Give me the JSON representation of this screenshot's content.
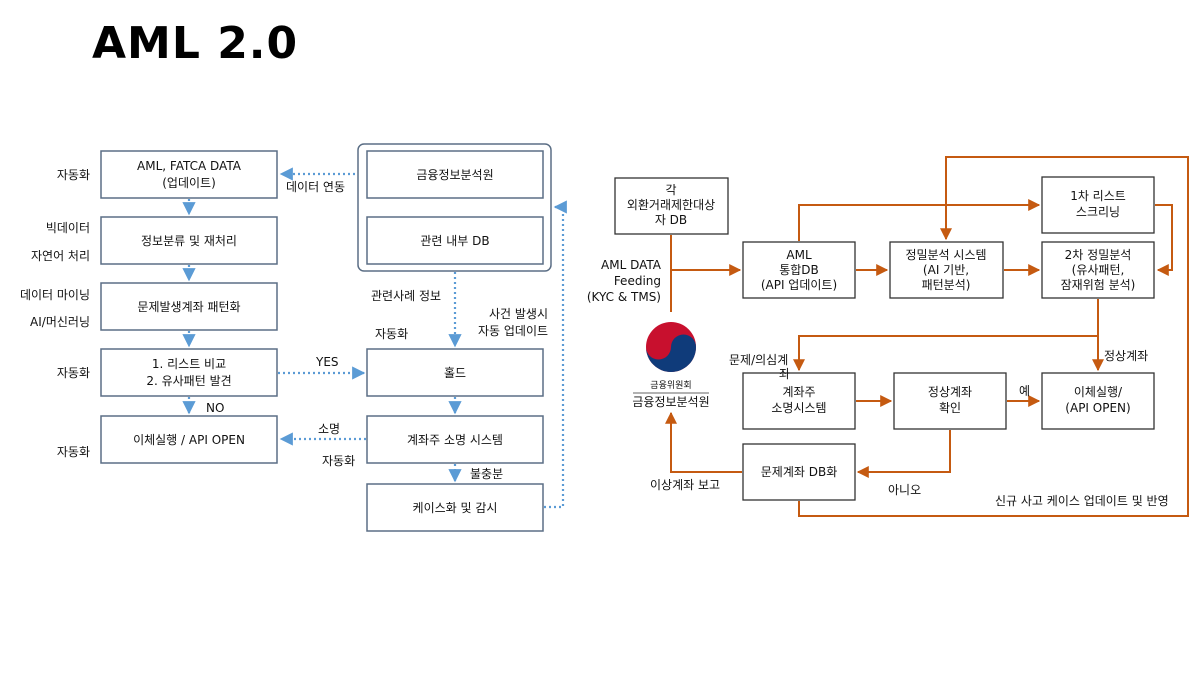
{
  "title": "AML 2.0",
  "left": {
    "boxes": {
      "b1_l1": "AML, FATCA DATA",
      "b1_l2": "(업데이트)",
      "b2": "정보분류 및 재처리",
      "b3": "문제발생계좌 패턴화",
      "b4_l1": "1. 리스트 비교",
      "b4_l2": "2. 유사패턴 발견",
      "b5": "이체실행 / API OPEN",
      "r1": "금융정보분석원",
      "r2": "관련 내부 DB",
      "r3": "홀드",
      "r4": "계좌주 소명 시스템",
      "r5": "케이스화 및 감시"
    },
    "side_labels": {
      "s1": "자동화",
      "s2a": "빅데이터",
      "s2b": "자연어 처리",
      "s3a": "데이터 마이닝",
      "s3b": "AI/머신러닝",
      "s4": "자동화",
      "s5": "자동화"
    },
    "edge_labels": {
      "e_link": "데이터 연동",
      "e_cases": "관련사례 정보",
      "e_auto_hold": "자동화",
      "e_event1": "사건 발생시",
      "e_event2": "자동 업데이트",
      "e_yes": "YES",
      "e_no": "NO",
      "e_explain": "소명",
      "e_auto2": "자동화",
      "e_insuff": "불충분"
    }
  },
  "right": {
    "boxes": {
      "db1": "각",
      "db2": "외환거래제한대상",
      "db3": "자 DB",
      "aml1": "AML",
      "aml2": "통합DB",
      "aml3": "(API 업데이트)",
      "pa1": "정밀분석 시스템",
      "pa2": "(AI 기반,",
      "pa3": "패턴분석)",
      "l1a": "1차 리스트",
      "l1b": "스크리닝",
      "p2a": "2차 정밀분석",
      "p2b": "(유사패턴,",
      "p2c": "잠재위험 분석)",
      "ow1": "계좌주",
      "ow2": "소명시스템",
      "ok1": "정상계좌",
      "ok2": "확인",
      "tr1": "이체실행/",
      "tr2": "(API OPEN)",
      "pdb": "문제계좌 DB화"
    },
    "labels": {
      "feed1": "AML DATA",
      "feed2": "Feeding",
      "feed3": "(KYC & TMS)",
      "issue1": "문제/의심계",
      "issue2": "좌",
      "normal": "정상계좌",
      "yes": "예",
      "no": "아니오",
      "report": "이상계좌 보고",
      "update": "신규 사고 케이스 업데이트 및 반영"
    },
    "logo": {
      "org_small": "금융위원회",
      "org_main": "금융정보분석원"
    }
  }
}
